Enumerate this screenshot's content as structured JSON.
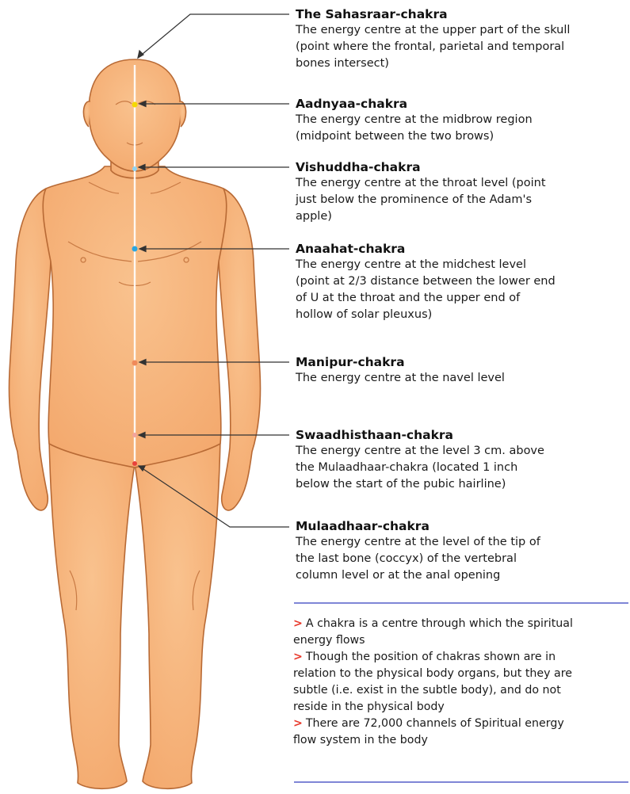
{
  "chakras": [
    {
      "id": "sahasraar",
      "title": "The Sahasraar-chakra",
      "description": "The energy centre at the upper part of the skull\n(point where the frontal, parietal and temporal\nbones intersect)"
    },
    {
      "id": "aadnyaa",
      "title": "Aadnyaa-chakra",
      "description": "The energy centre at the midbrow region\n(midpoint between the two brows)",
      "dot_color": "#f5d800"
    },
    {
      "id": "vishuddha",
      "title": "Vishuddha-chakra",
      "description": "The energy centre at the throat level (point\njust below the prominence of the Adam's\napple)",
      "dot_color": "#8fd3f2"
    },
    {
      "id": "anaahat",
      "title": "Anaahat-chakra",
      "description": "The energy centre at the midchest level\n(point at 2/3 distance between the lower end\nof U at the throat and the upper end of\nhollow of solar pleuxus)",
      "dot_color": "#2aa6e0"
    },
    {
      "id": "manipur",
      "title": "Manipur-chakra",
      "description": "The energy centre at the navel level",
      "dot_color": "#f08a5a"
    },
    {
      "id": "swaadhisthaan",
      "title": "Swaadhisthaan-chakra",
      "description": "The energy centre at the level 3 cm. above\nthe Mulaadhaar-chakra (located 1 inch\nbelow the start of the pubic hairline)",
      "dot_color": "#f3a39a"
    },
    {
      "id": "mulaadhaar",
      "title": "Mulaadhaar-chakra",
      "description": "The energy centre at the level of the tip of\nthe last bone (coccyx) of the vertebral\ncolumn level or at the anal opening",
      "dot_color": "#e8423a"
    }
  ],
  "notes": {
    "marker": ">",
    "items": [
      "A chakra is a centre through which the spiritual\nenergy flows",
      "Though the position of chakras shown are in\nrelation to the physical body organs, but they are\nsubtle (i.e. exist in the subtle body), and do not\nreside in the physical body",
      "There are 72,000 channels of Spiritual energy\nflow system in the body"
    ]
  },
  "colors": {
    "skin": "#f7b77e",
    "skin_outline": "#b86a35",
    "skin_shade": "#e99d63",
    "marker": "#e8392b",
    "rule": "#7f86d6",
    "leader": "#333333"
  }
}
